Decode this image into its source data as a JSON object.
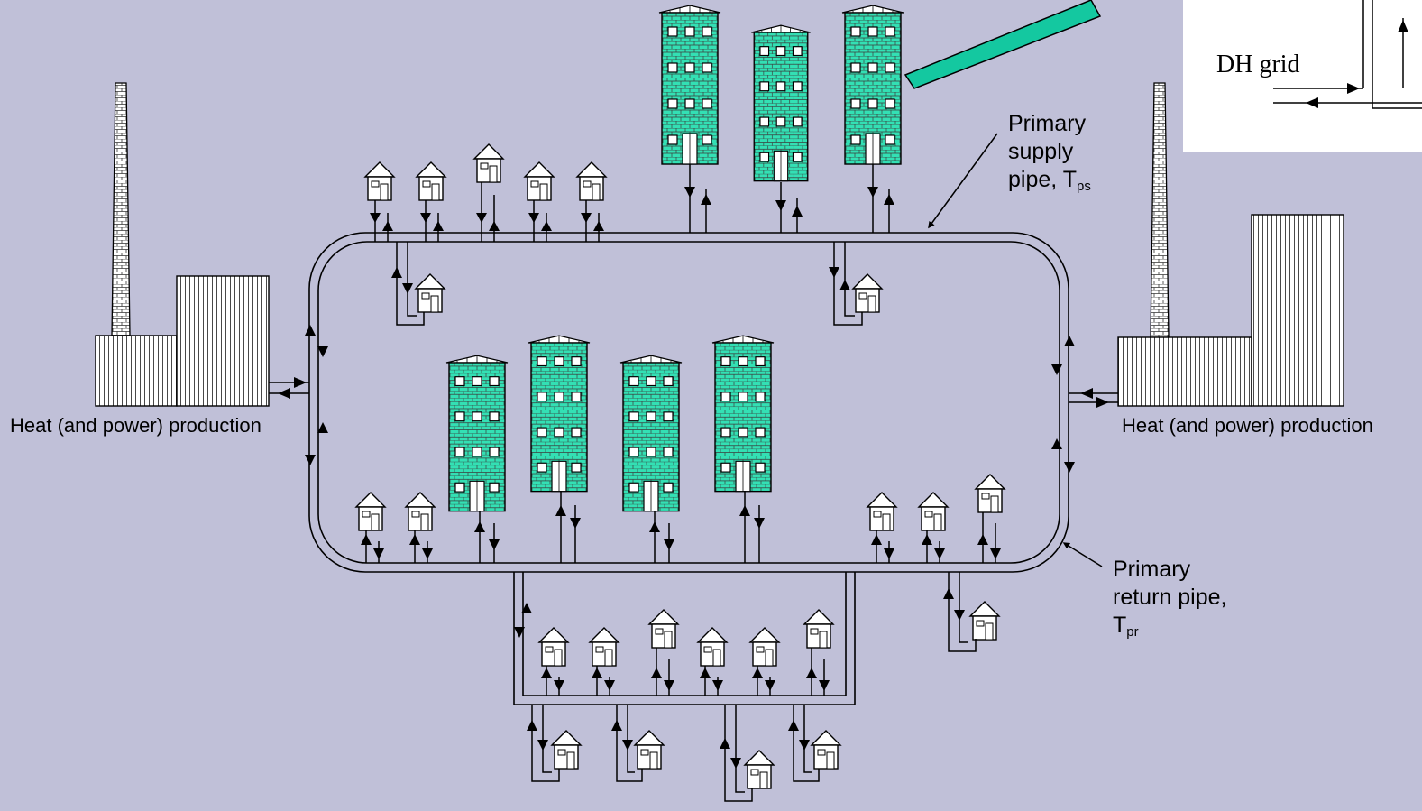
{
  "labels": {
    "supply_line1": "Primary",
    "supply_line2": "supply",
    "supply_line3": "pipe, T",
    "supply_sub": "ps",
    "return_line1": "Primary",
    "return_line2": "return pipe,",
    "return_line3": "T",
    "return_sub": "pr",
    "plant_left": "Heat (and power) production",
    "plant_right": "Heat (and power) production",
    "inset_grid": "DH grid"
  },
  "colors": {
    "background": "#c0c0d8",
    "building_fill": "#33e0b4",
    "callout_bar": "#14c8a0",
    "pipe": "#000000"
  }
}
